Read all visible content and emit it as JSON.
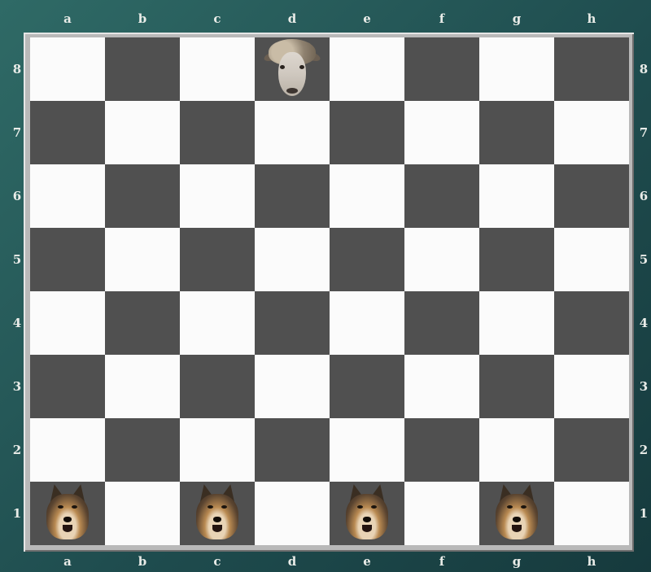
{
  "files": [
    "a",
    "b",
    "c",
    "d",
    "e",
    "f",
    "g",
    "h"
  ],
  "ranks": [
    "8",
    "7",
    "6",
    "5",
    "4",
    "3",
    "2",
    "1"
  ],
  "colors": {
    "light_square": "#fbfbfb",
    "dark_square": "#505050",
    "frame": "#b9b9b9",
    "background": "#2f6a66",
    "label_text": "#e9ece8"
  },
  "pieces": [
    {
      "type": "sheep",
      "square": "d8",
      "icon": "sheep-icon"
    },
    {
      "type": "wolf",
      "square": "a1",
      "icon": "wolf-icon"
    },
    {
      "type": "wolf",
      "square": "c1",
      "icon": "wolf-icon"
    },
    {
      "type": "wolf",
      "square": "e1",
      "icon": "wolf-icon"
    },
    {
      "type": "wolf",
      "square": "g1",
      "icon": "wolf-icon"
    }
  ]
}
